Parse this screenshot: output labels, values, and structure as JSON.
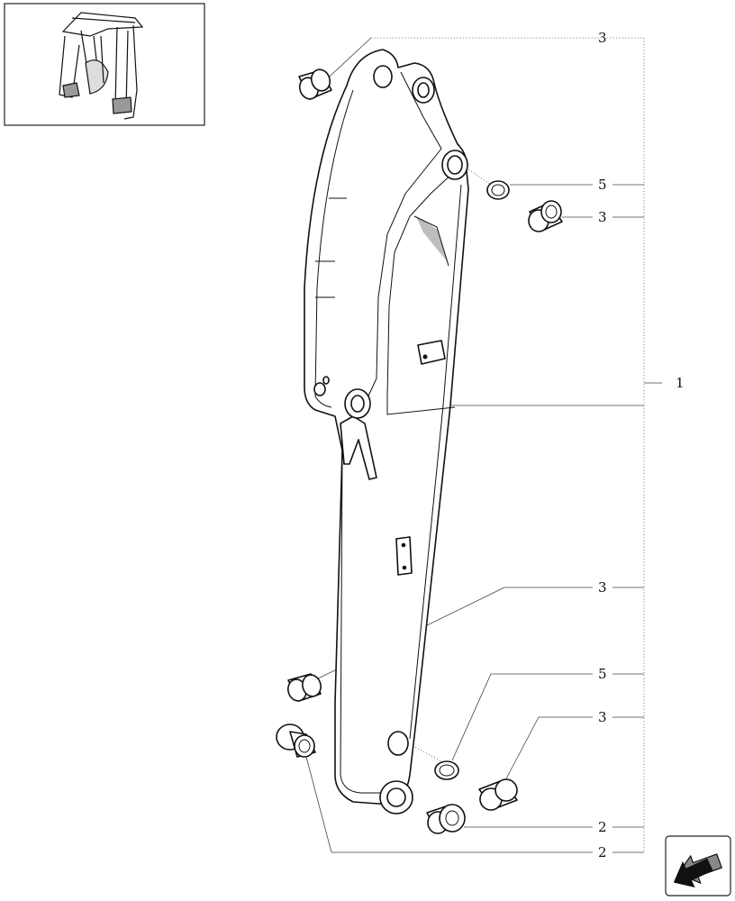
{
  "callouts": [
    {
      "id": "c1",
      "label": "3"
    },
    {
      "id": "c2",
      "label": "5"
    },
    {
      "id": "c3",
      "label": "3"
    },
    {
      "id": "c4",
      "label": "1"
    },
    {
      "id": "c5",
      "label": "3"
    },
    {
      "id": "c6",
      "label": "5"
    },
    {
      "id": "c7",
      "label": "3"
    },
    {
      "id": "c8",
      "label": "2"
    },
    {
      "id": "c9",
      "label": "2"
    }
  ],
  "icons": {
    "thumbnail": "excavator-arm-thumbnail-icon",
    "navigation": "back-arrow-icon"
  },
  "colors": {
    "line": "#111111",
    "shade": "#bdbdbd",
    "background": "#ffffff"
  }
}
